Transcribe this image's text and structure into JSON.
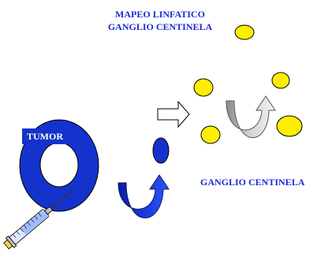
{
  "title": {
    "line1": "MAPEO LINFATICO",
    "line2": "GANGLIO CENTINELA"
  },
  "labels": {
    "tumor": "TUMOR",
    "sentinel_node": "GANGLIO CENTINELA"
  },
  "colors": {
    "text_blue": "#1a2bd4",
    "tumor_blue": "#1433cc",
    "node_yellow": "#ffee00",
    "arrow_gray": "#c8c8c8"
  },
  "icons": {
    "syringe": "syringe-icon",
    "curved_arrow_blue": "curved-arrow-blue-icon",
    "curved_arrow_gray": "curved-arrow-gray-icon",
    "block_arrow": "block-arrow-right-icon"
  }
}
